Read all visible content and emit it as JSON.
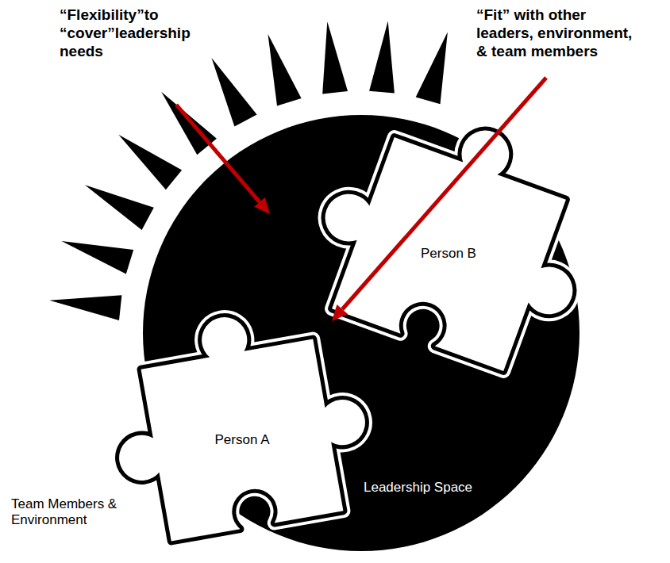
{
  "diagram": {
    "nodes": [
      {
        "text": [
          "Leadership Space"
        ]
      },
      {
        "text": [
          "Person B"
        ],
        "in": 0
      },
      {
        "text": [
          "Person A"
        ],
        "in": 0
      }
    ],
    "labels": [
      "“Flexibility”to “cover”leadership needs",
      "“Fit” with other leaders, environment, & team members",
      "Team Members & Environment"
    ]
  }
}
